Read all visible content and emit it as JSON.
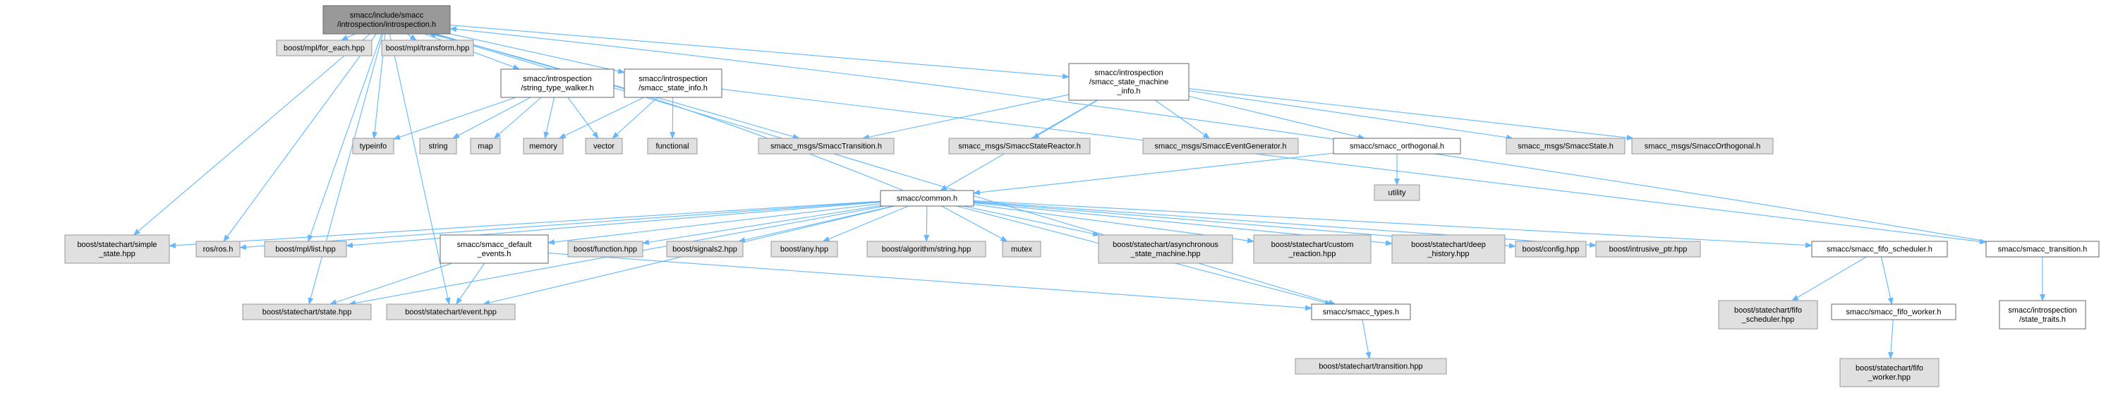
{
  "colors": {
    "edge": "#63b8ff",
    "box_fill": "#ffffff",
    "box_border": "#666666",
    "grey_fill": "#e0e0e0",
    "grey_border": "#999999",
    "root_fill": "#999999",
    "root_border": "#666666",
    "text": "#000000"
  },
  "nodes": [
    {
      "id": "root",
      "lines": [
        "smacc/include/smacc",
        "/introspection/introspection.h"
      ],
      "style": "root"
    },
    {
      "id": "mpl_for_each",
      "lines": [
        "boost/mpl/for_each.hpp"
      ],
      "style": "grey"
    },
    {
      "id": "mpl_transform",
      "lines": [
        "boost/mpl/transform.hpp"
      ],
      "style": "grey"
    },
    {
      "id": "string_type_walker",
      "lines": [
        "smacc/introspection",
        "/string_type_walker.h"
      ],
      "style": "white"
    },
    {
      "id": "smacc_state_info",
      "lines": [
        "smacc/introspection",
        "/smacc_state_info.h"
      ],
      "style": "white"
    },
    {
      "id": "smacc_state_machine_info",
      "lines": [
        "smacc/introspection",
        "/smacc_state_machine",
        "_info.h"
      ],
      "style": "white"
    },
    {
      "id": "typeinfo",
      "lines": [
        "typeinfo"
      ],
      "style": "grey"
    },
    {
      "id": "string",
      "lines": [
        "string"
      ],
      "style": "grey"
    },
    {
      "id": "map",
      "lines": [
        "map"
      ],
      "style": "grey"
    },
    {
      "id": "memory",
      "lines": [
        "memory"
      ],
      "style": "grey"
    },
    {
      "id": "vector",
      "lines": [
        "vector"
      ],
      "style": "grey"
    },
    {
      "id": "functional",
      "lines": [
        "functional"
      ],
      "style": "grey"
    },
    {
      "id": "SmaccTransition",
      "lines": [
        "smacc_msgs/SmaccTransition.h"
      ],
      "style": "grey"
    },
    {
      "id": "SmaccStateReactor",
      "lines": [
        "smacc_msgs/SmaccStateReactor.h"
      ],
      "style": "grey"
    },
    {
      "id": "SmaccEventGenerator",
      "lines": [
        "smacc_msgs/SmaccEventGenerator.h"
      ],
      "style": "grey"
    },
    {
      "id": "smacc_orthogonal",
      "lines": [
        "smacc/smacc_orthogonal.h"
      ],
      "style": "white"
    },
    {
      "id": "SmaccState",
      "lines": [
        "smacc_msgs/SmaccState.h"
      ],
      "style": "grey"
    },
    {
      "id": "SmaccOrthogonal",
      "lines": [
        "smacc_msgs/SmaccOrthogonal.h"
      ],
      "style": "grey"
    },
    {
      "id": "utility",
      "lines": [
        "utility"
      ],
      "style": "grey"
    },
    {
      "id": "common",
      "lines": [
        "smacc/common.h"
      ],
      "style": "white"
    },
    {
      "id": "simple_state",
      "lines": [
        "boost/statechart/simple",
        "_state.hpp"
      ],
      "style": "grey"
    },
    {
      "id": "ros",
      "lines": [
        "ros/ros.h"
      ],
      "style": "grey"
    },
    {
      "id": "mpl_list",
      "lines": [
        "boost/mpl/list.hpp"
      ],
      "style": "grey"
    },
    {
      "id": "default_events",
      "lines": [
        "smacc/smacc_default",
        "_events.h"
      ],
      "style": "white"
    },
    {
      "id": "function",
      "lines": [
        "boost/function.hpp"
      ],
      "style": "grey"
    },
    {
      "id": "signals2",
      "lines": [
        "boost/signals2.hpp"
      ],
      "style": "grey"
    },
    {
      "id": "any",
      "lines": [
        "boost/any.hpp"
      ],
      "style": "grey"
    },
    {
      "id": "algorithm_string",
      "lines": [
        "boost/algorithm/string.hpp"
      ],
      "style": "grey"
    },
    {
      "id": "mutex",
      "lines": [
        "mutex"
      ],
      "style": "grey"
    },
    {
      "id": "async_sm",
      "lines": [
        "boost/statechart/asynchronous",
        "_state_machine.hpp"
      ],
      "style": "grey"
    },
    {
      "id": "custom_reaction",
      "lines": [
        "boost/statechart/custom",
        "_reaction.hpp"
      ],
      "style": "grey"
    },
    {
      "id": "deep_history",
      "lines": [
        "boost/statechart/deep",
        "_history.hpp"
      ],
      "style": "grey"
    },
    {
      "id": "config",
      "lines": [
        "boost/config.hpp"
      ],
      "style": "grey"
    },
    {
      "id": "intrusive_ptr",
      "lines": [
        "boost/intrusive_ptr.hpp"
      ],
      "style": "grey"
    },
    {
      "id": "fifo_scheduler",
      "lines": [
        "smacc/smacc_fifo_scheduler.h"
      ],
      "style": "white"
    },
    {
      "id": "smacc_transition",
      "lines": [
        "smacc/smacc_transition.h"
      ],
      "style": "white"
    },
    {
      "id": "state_hpp",
      "lines": [
        "boost/statechart/state.hpp"
      ],
      "style": "grey"
    },
    {
      "id": "event_hpp",
      "lines": [
        "boost/statechart/event.hpp"
      ],
      "style": "grey"
    },
    {
      "id": "smacc_types",
      "lines": [
        "smacc/smacc_types.h"
      ],
      "style": "white"
    },
    {
      "id": "fifo_scheduler_hpp",
      "lines": [
        "boost/statechart/fifo",
        "_scheduler.hpp"
      ],
      "style": "grey"
    },
    {
      "id": "fifo_worker",
      "lines": [
        "smacc/smacc_fifo_worker.h"
      ],
      "style": "white"
    },
    {
      "id": "state_traits",
      "lines": [
        "smacc/introspection",
        "/state_traits.h"
      ],
      "style": "white"
    },
    {
      "id": "transition_hpp",
      "lines": [
        "boost/statechart/transition.hpp"
      ],
      "style": "grey"
    },
    {
      "id": "fifo_worker_hpp",
      "lines": [
        "boost/statechart/fifo",
        "_worker.hpp"
      ],
      "style": "grey"
    }
  ],
  "edges": [
    [
      "root",
      "mpl_for_each"
    ],
    [
      "root",
      "mpl_transform"
    ],
    [
      "root",
      "string_type_walker"
    ],
    [
      "root",
      "smacc_state_info"
    ],
    [
      "root",
      "smacc_state_machine_info"
    ],
    [
      "root",
      "typeinfo"
    ],
    [
      "root",
      "SmaccTransition"
    ],
    [
      "root",
      "simple_state"
    ],
    [
      "root",
      "ros"
    ],
    [
      "root",
      "mpl_list"
    ],
    [
      "root",
      "state_hpp"
    ],
    [
      "root",
      "event_hpp"
    ],
    [
      "root",
      "smacc_types"
    ],
    [
      "string_type_walker",
      "typeinfo"
    ],
    [
      "string_type_walker",
      "string"
    ],
    [
      "string_type_walker",
      "map"
    ],
    [
      "string_type_walker",
      "memory"
    ],
    [
      "string_type_walker",
      "vector"
    ],
    [
      "smacc_state_info",
      "memory"
    ],
    [
      "smacc_state_info",
      "vector"
    ],
    [
      "smacc_state_info",
      "functional"
    ],
    [
      "smacc_state_info",
      "smacc_transition"
    ],
    [
      "smacc_state_machine_info",
      "SmaccTransition"
    ],
    [
      "smacc_state_machine_info",
      "SmaccStateReactor"
    ],
    [
      "smacc_state_machine_info",
      "SmaccEventGenerator"
    ],
    [
      "smacc_state_machine_info",
      "smacc_orthogonal"
    ],
    [
      "smacc_state_machine_info",
      "SmaccState"
    ],
    [
      "smacc_state_machine_info",
      "SmaccOrthogonal"
    ],
    [
      "smacc_state_machine_info",
      "common"
    ],
    [
      "smacc_orthogonal",
      "utility"
    ],
    [
      "smacc_orthogonal",
      "common"
    ],
    [
      "common",
      "root"
    ],
    [
      "common",
      "simple_state"
    ],
    [
      "common",
      "ros"
    ],
    [
      "common",
      "mpl_list"
    ],
    [
      "common",
      "default_events"
    ],
    [
      "common",
      "function"
    ],
    [
      "common",
      "signals2"
    ],
    [
      "common",
      "any"
    ],
    [
      "common",
      "algorithm_string"
    ],
    [
      "common",
      "mutex"
    ],
    [
      "common",
      "async_sm"
    ],
    [
      "common",
      "custom_reaction"
    ],
    [
      "common",
      "deep_history"
    ],
    [
      "common",
      "config"
    ],
    [
      "common",
      "intrusive_ptr"
    ],
    [
      "common",
      "fifo_scheduler"
    ],
    [
      "common",
      "smacc_types"
    ],
    [
      "common",
      "state_hpp"
    ],
    [
      "common",
      "event_hpp"
    ],
    [
      "default_events",
      "state_hpp"
    ],
    [
      "default_events",
      "event_hpp"
    ],
    [
      "default_events",
      "smacc_types"
    ],
    [
      "fifo_scheduler",
      "fifo_scheduler_hpp"
    ],
    [
      "fifo_scheduler",
      "fifo_worker"
    ],
    [
      "fifo_worker",
      "fifo_worker_hpp"
    ],
    [
      "smacc_transition",
      "root"
    ],
    [
      "smacc_transition",
      "state_traits"
    ],
    [
      "smacc_types",
      "transition_hpp"
    ]
  ]
}
